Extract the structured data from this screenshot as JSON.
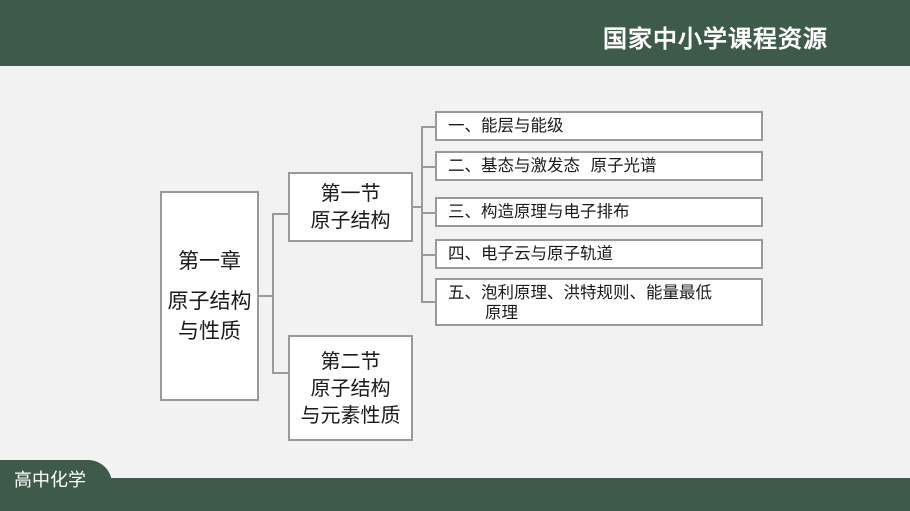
{
  "header": {
    "brand": "国家中小学课程资源"
  },
  "footer": {
    "subject": "高中化学"
  },
  "chapter": {
    "line1": "第一章",
    "line2": "原子结构",
    "line3": "与性质"
  },
  "sections": [
    {
      "line1": "第一节",
      "line2": "原子结构"
    },
    {
      "line1": "第二节",
      "line2": "原子结构",
      "line3": "与元素性质"
    }
  ],
  "topics": [
    "一、能层与能级",
    "二、基态与激发态  原子光谱",
    "三、构造原理与电子排布",
    "四、电子云与原子轨道",
    {
      "line1": "五、泡利原理、洪特规则、能量最低",
      "line2": "原理"
    }
  ],
  "colors": {
    "header_bg": "#3e5a48",
    "background": "#f2f2f2",
    "box_border": "#9a9a9a"
  }
}
